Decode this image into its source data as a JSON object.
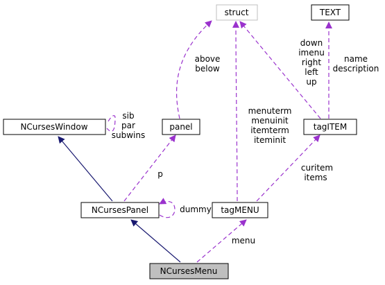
{
  "colors": {
    "inheritance": "#191970",
    "usage": "#9a32cd",
    "focus_fill": "#bfbfbf",
    "undocumented_border": "#bfbfbf"
  },
  "nodes": {
    "struct": "struct",
    "text": "TEXT",
    "ncurses_window": "NCursesWindow",
    "panel": "panel",
    "tag_item": "tagITEM",
    "ncurses_panel": "NCursesPanel",
    "tag_menu": "tagMENU",
    "ncurses_menu": "NCursesMenu"
  },
  "edge_labels": {
    "above": "above",
    "below": "below",
    "down": "down",
    "imenu": "imenu",
    "right": "right",
    "left": "left",
    "up": "up",
    "name": "name",
    "description": "description",
    "sib": "sib",
    "par": "par",
    "subwins": "subwins",
    "menuterm": "menuterm",
    "menuinit": "menuinit",
    "itemterm": "itemterm",
    "iteminit": "iteminit",
    "p": "p",
    "curitem": "curitem",
    "items": "items",
    "dummy": "dummy",
    "menu": "menu"
  }
}
